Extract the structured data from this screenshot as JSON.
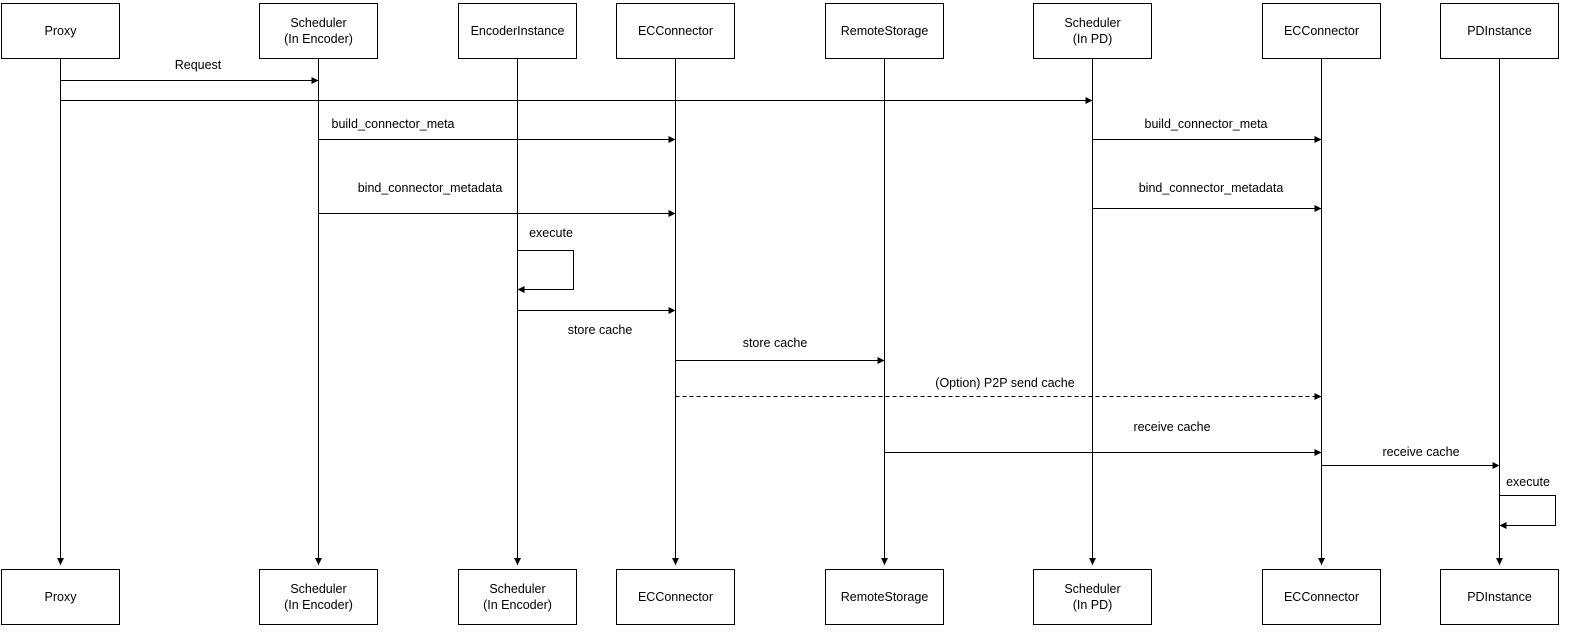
{
  "colors": {
    "line": "#000000",
    "text": "#000000",
    "background": "#ffffff",
    "box_fill": "#ffffff"
  },
  "actors": [
    {
      "id": "proxy",
      "top": [
        "Proxy"
      ],
      "bottom": [
        "Proxy"
      ]
    },
    {
      "id": "scheduler-encoder",
      "top": [
        "Scheduler",
        "(In Encoder)"
      ],
      "bottom": [
        "Scheduler",
        "(In Encoder)"
      ]
    },
    {
      "id": "encoder-instance",
      "top": [
        "EncoderInstance"
      ],
      "bottom": [
        "Scheduler",
        "(In Encoder)"
      ]
    },
    {
      "id": "ec-connector-1",
      "top": [
        "ECConnector"
      ],
      "bottom": [
        "ECConnector"
      ]
    },
    {
      "id": "remote-storage",
      "top": [
        "RemoteStorage"
      ],
      "bottom": [
        "RemoteStorage"
      ]
    },
    {
      "id": "scheduler-pd",
      "top": [
        "Scheduler",
        "(In PD)"
      ],
      "bottom": [
        "Scheduler",
        "(In PD)"
      ]
    },
    {
      "id": "ec-connector-2",
      "top": [
        "ECConnector"
      ],
      "bottom": [
        "ECConnector"
      ]
    },
    {
      "id": "pd-instance",
      "top": [
        "PDInstance"
      ],
      "bottom": [
        "PDInstance"
      ]
    }
  ],
  "messages": {
    "request": "Request",
    "build_connector_meta_encoder": "build_connector_meta",
    "build_connector_meta_pd": "build_connector_meta",
    "bind_connector_metadata_encoder": "bind_connector_metadata",
    "bind_connector_metadata_pd": "bind_connector_metadata",
    "execute_encoder": "execute",
    "store_cache_encoder_to_ec": "store cache",
    "store_cache_ec_to_remote": "store cache",
    "p2p_send_cache": "(Option) P2P send cache",
    "receive_cache_remote_to_ec": "receive cache",
    "receive_cache_ec_to_pd": "receive cache",
    "execute_pd": "execute"
  }
}
